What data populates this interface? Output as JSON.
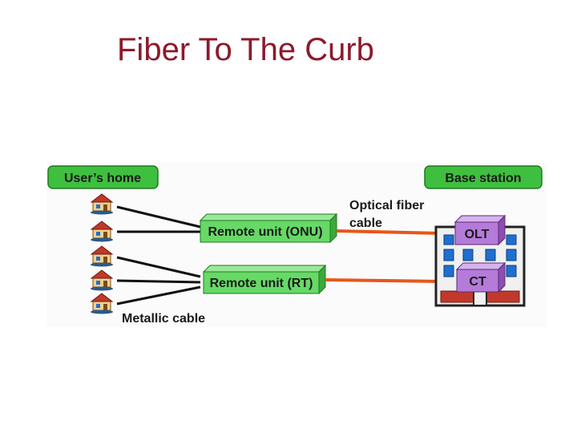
{
  "title": "Fiber To The Curb",
  "diagram": {
    "users_home_label": "User’s home",
    "base_station_label": "Base station",
    "onu_label": "Remote unit (ONU)",
    "rt_label": "Remote unit (RT)",
    "optical_label_line1": "Optical fiber",
    "optical_label_line2": "cable",
    "metallic_label": "Metallic cable",
    "olt_label": "OLT",
    "ct_label": "CT",
    "house_count": 5,
    "colors": {
      "title": "#8b1a2b",
      "label_box": "#3fbf3f",
      "remote_unit": "#66d966",
      "fiber": "#e8561a",
      "equipment": "#b57bd8",
      "building": "#f0f0f0",
      "window": "#1f6fd1",
      "roof_red": "#c0392b"
    }
  }
}
